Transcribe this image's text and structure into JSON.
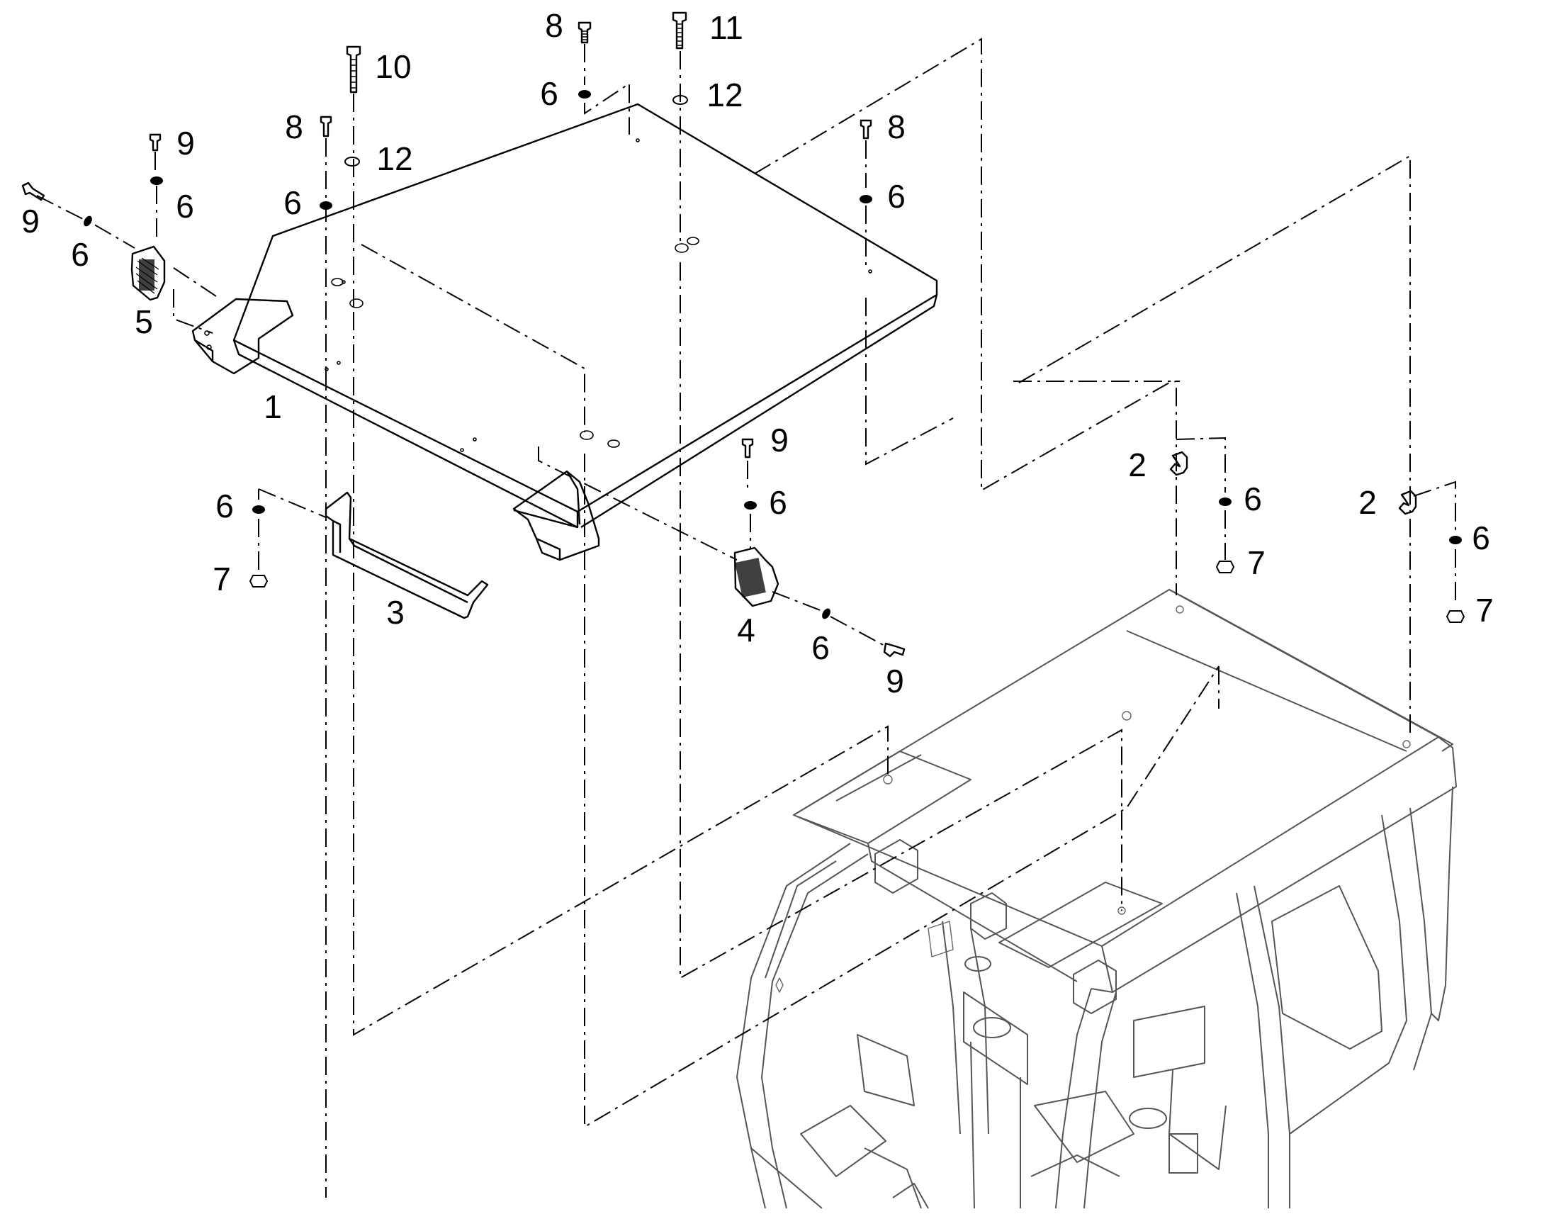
{
  "callouts": [
    {
      "id": "c1",
      "text": "1"
    },
    {
      "id": "c2a",
      "text": "2"
    },
    {
      "id": "c2b",
      "text": "2"
    },
    {
      "id": "c3",
      "text": "3"
    },
    {
      "id": "c4",
      "text": "4"
    },
    {
      "id": "c5",
      "text": "5"
    },
    {
      "id": "c6a",
      "text": "6"
    },
    {
      "id": "c6b",
      "text": "6"
    },
    {
      "id": "c6c",
      "text": "6"
    },
    {
      "id": "c6d",
      "text": "6"
    },
    {
      "id": "c6e",
      "text": "6"
    },
    {
      "id": "c6f",
      "text": "6"
    },
    {
      "id": "c6g",
      "text": "6"
    },
    {
      "id": "c6h",
      "text": "6"
    },
    {
      "id": "c6i",
      "text": "6"
    },
    {
      "id": "c6j",
      "text": "6"
    },
    {
      "id": "c7a",
      "text": "7"
    },
    {
      "id": "c7b",
      "text": "7"
    },
    {
      "id": "c7c",
      "text": "7"
    },
    {
      "id": "c8a",
      "text": "8"
    },
    {
      "id": "c8b",
      "text": "8"
    },
    {
      "id": "c8c",
      "text": "8"
    },
    {
      "id": "c9a",
      "text": "9"
    },
    {
      "id": "c9b",
      "text": "9"
    },
    {
      "id": "c9c",
      "text": "9"
    },
    {
      "id": "c9d",
      "text": "9"
    },
    {
      "id": "c10",
      "text": "10"
    },
    {
      "id": "c11",
      "text": "11"
    },
    {
      "id": "c12a",
      "text": "12"
    },
    {
      "id": "c12b",
      "text": "12"
    }
  ]
}
